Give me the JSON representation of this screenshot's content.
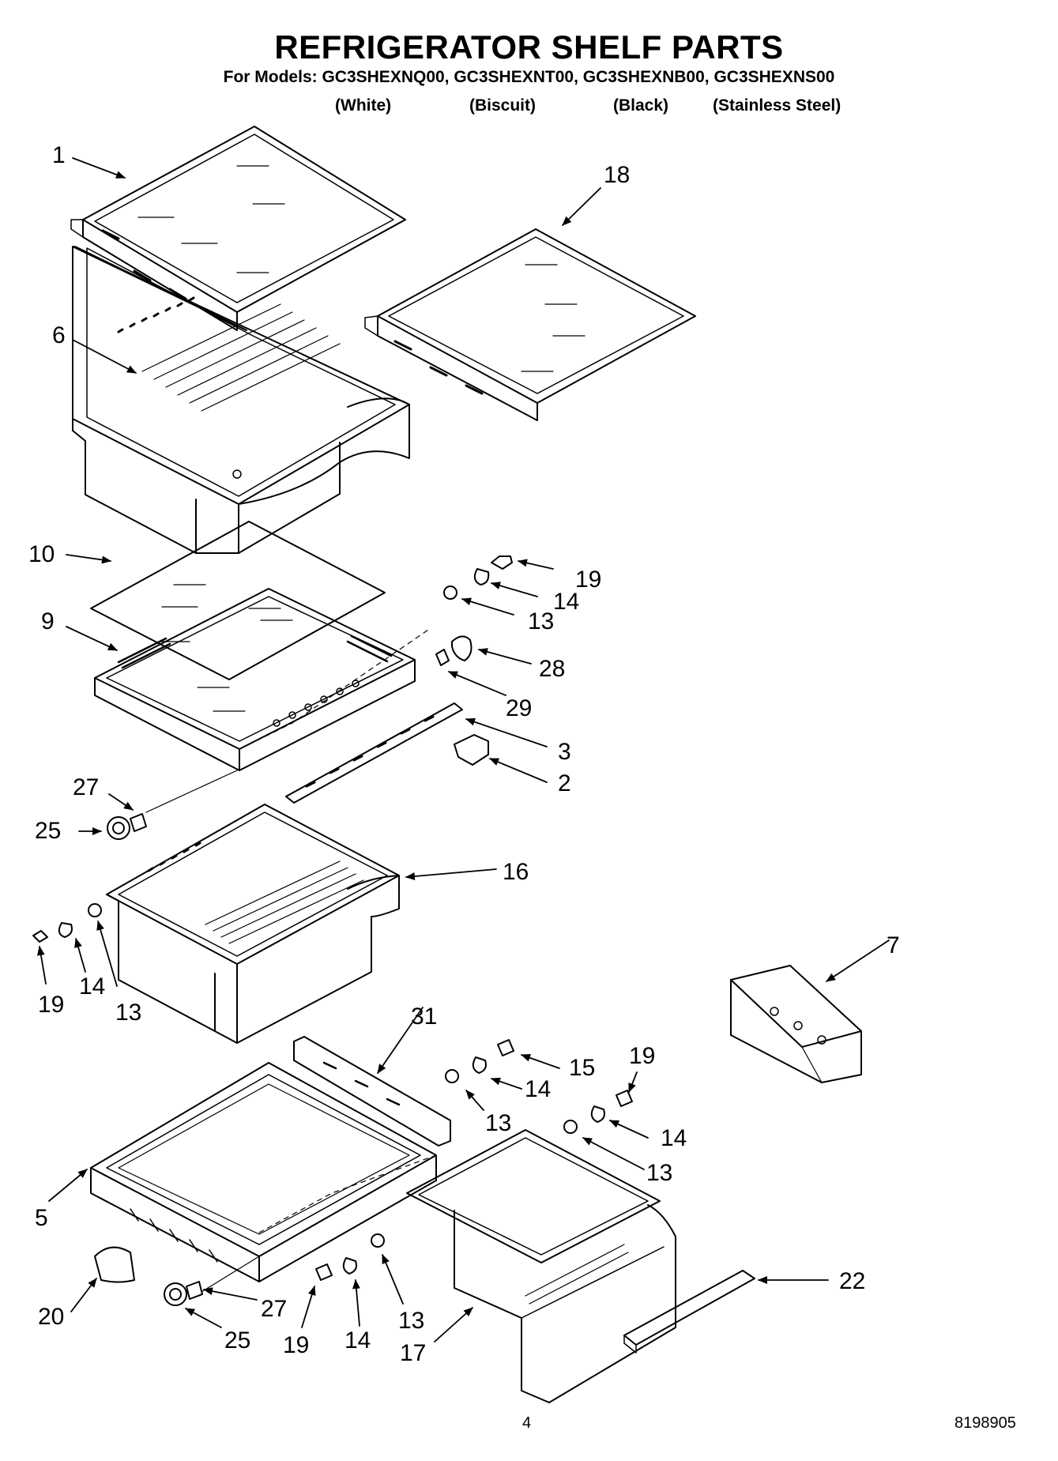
{
  "title": "REFRIGERATOR SHELF PARTS",
  "models_line": "For Models: GC3SHEXNQ00, GC3SHEXNT00, GC3SHEXNB00, GC3SHEXNS00",
  "variants": [
    "(White)",
    "(Biscuit)",
    "(Black)",
    "(Stainless Steel)"
  ],
  "callouts": {
    "c1": "1",
    "c18": "18",
    "c6": "6",
    "c10": "10",
    "c9": "9",
    "c19a": "19",
    "c14a": "14",
    "c13a": "13",
    "c28": "28",
    "c29": "29",
    "c3": "3",
    "c2": "2",
    "c27a": "27",
    "c25a": "25",
    "c16": "16",
    "c19b": "19",
    "c14b": "14",
    "c13b": "13",
    "c7": "7",
    "c31": "31",
    "c15": "15",
    "c14c": "14",
    "c13c": "13",
    "c19c": "19",
    "c14d": "14",
    "c13d": "13",
    "c5": "5",
    "c20": "20",
    "c27b": "27",
    "c25b": "25",
    "c19d": "19",
    "c14e": "14",
    "c13e": "13",
    "c17": "17",
    "c22": "22"
  },
  "page_number": "4",
  "document_number": "8198905"
}
